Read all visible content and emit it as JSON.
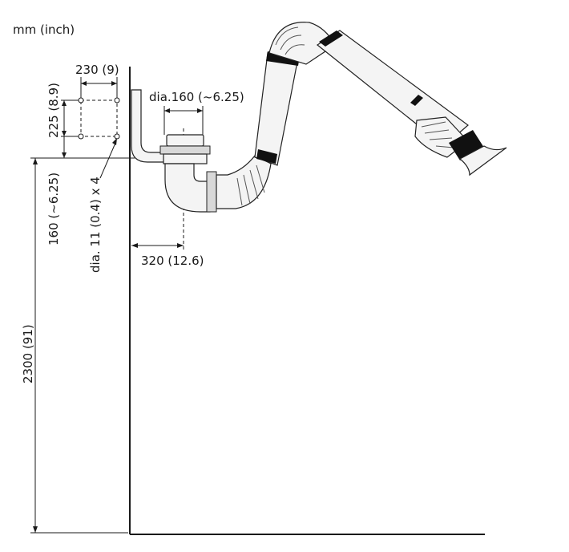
{
  "units_label": "mm (inch)",
  "dimensions": {
    "bracket_width": "230 (9)",
    "bracket_height": "225 (8.9)",
    "pipe_diameter": "dia.160 (~6.25)",
    "bracket_offset": "160 (~6.25)",
    "hole_diameter": "dia. 11 (0.4) x 4",
    "horizontal_reach": "320 (12.6)",
    "mount_height": "2300 (91)"
  }
}
